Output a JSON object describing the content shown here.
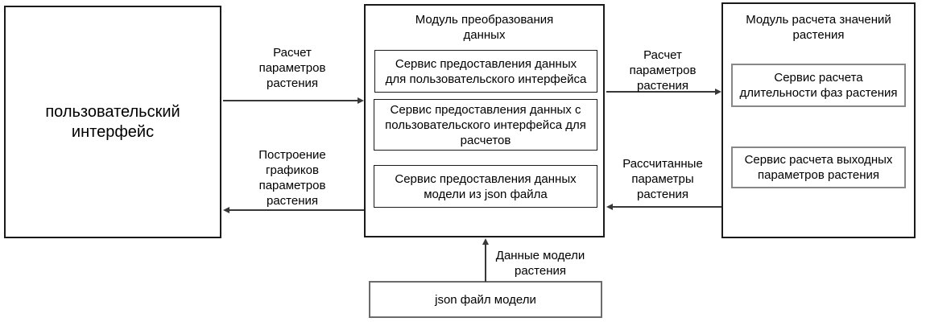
{
  "diagram": {
    "user_interface": {
      "label": "пользовательский\nинтерфейс"
    },
    "transform_module": {
      "title": "Модуль преобразования\nданных",
      "services": [
        {
          "label": "Сервис предоставления данных\nдля пользовательского интерфейса"
        },
        {
          "label": "Сервис предоставления данных с\nпользовательского интерфейса для\nрасчетов"
        },
        {
          "label": "Сервис предоставления данных\nмодели из json файла"
        }
      ]
    },
    "calc_module": {
      "title": "Модуль расчета значений\nрастения",
      "services": [
        {
          "label": "Сервис расчета\nдлительности фаз растения"
        },
        {
          "label": "Сервис расчета выходных\nпараметров растения"
        }
      ]
    },
    "json_file": {
      "label": "json файл модели"
    },
    "flows": [
      {
        "from": "user-interface",
        "to": "transform-module",
        "direction": "right",
        "label": "Расчет\nпараметров\nрастения"
      },
      {
        "from": "transform-module",
        "to": "user-interface",
        "direction": "left",
        "label": "Построение\nграфиков\nпараметров\nрастения"
      },
      {
        "from": "transform-module",
        "to": "calc-module",
        "direction": "right",
        "label": "Расчет\nпараметров\nрастения"
      },
      {
        "from": "calc-module",
        "to": "transform-module",
        "direction": "left",
        "label": "Рассчитанные\nпараметры\nрастения"
      },
      {
        "from": "json-file",
        "to": "transform-module",
        "direction": "up",
        "label": "Данные модели\nрастения"
      }
    ],
    "colors": {
      "background": "#ffffff",
      "box_border": "#1a1a1a",
      "inner_border_dark": "#1a1a1a",
      "inner_border_gray": "#878787",
      "json_border": "#6b6b6b",
      "arrow": "#383838",
      "text": "#000000"
    }
  }
}
